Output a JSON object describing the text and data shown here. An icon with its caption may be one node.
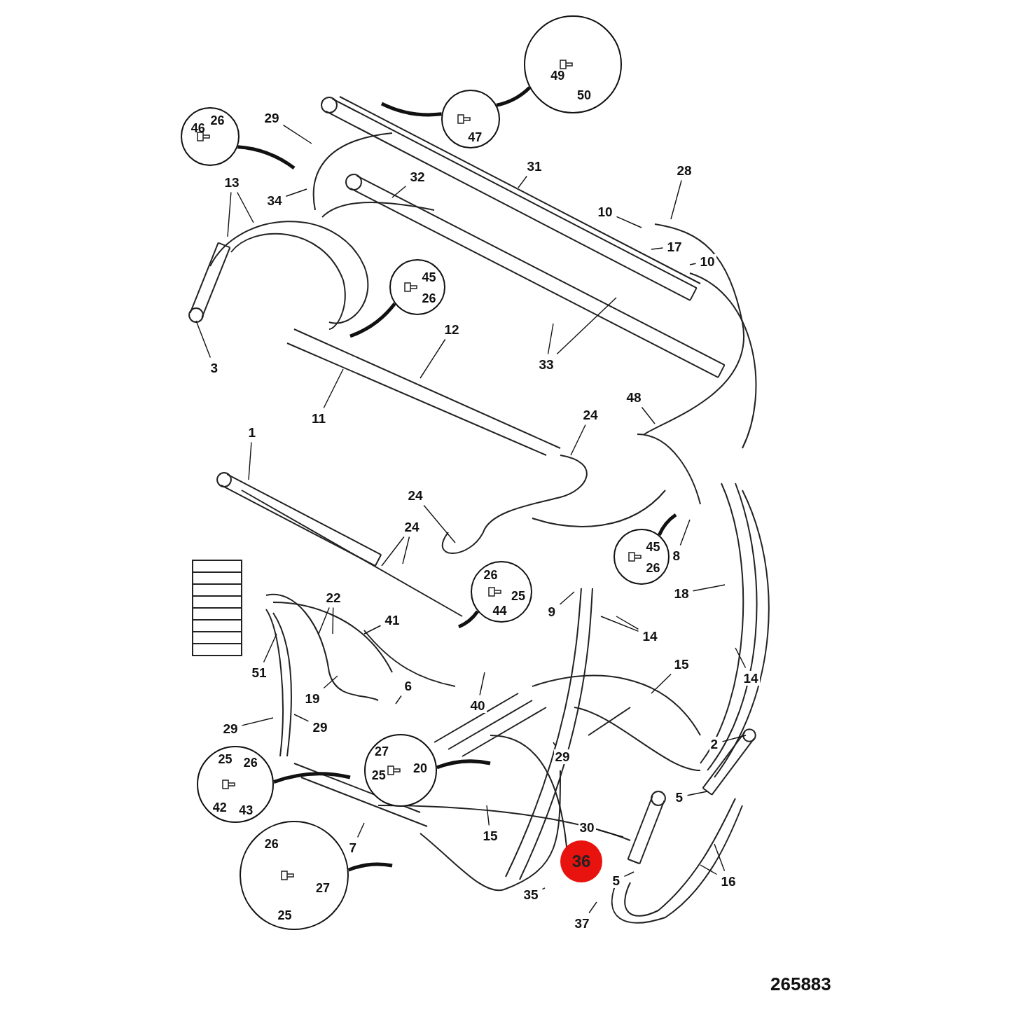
{
  "diagram": {
    "nodes": [
      {
        "text": [
          "49",
          "50"
        ]
      },
      {
        "text": [
          "47"
        ]
      },
      {
        "text": [
          "29"
        ]
      },
      {
        "text": [
          "46",
          "26"
        ]
      },
      {
        "text": [
          "31"
        ]
      },
      {
        "text": [
          "28"
        ]
      },
      {
        "text": [
          "32"
        ]
      },
      {
        "text": [
          "13"
        ]
      },
      {
        "text": [
          "34"
        ]
      },
      {
        "text": [
          "10"
        ]
      },
      {
        "text": [
          "17"
        ]
      },
      {
        "text": [
          "10"
        ]
      },
      {
        "text": [
          "45",
          "26"
        ]
      },
      {
        "text": [
          "12"
        ]
      },
      {
        "text": [
          "33"
        ]
      },
      {
        "text": [
          "3"
        ]
      },
      {
        "text": [
          "48"
        ]
      },
      {
        "text": [
          "24"
        ]
      },
      {
        "text": [
          "11"
        ]
      },
      {
        "text": [
          "1"
        ]
      },
      {
        "text": [
          "24"
        ]
      },
      {
        "text": [
          "24"
        ]
      },
      {
        "text": [
          "45",
          "26"
        ]
      },
      {
        "text": [
          "8"
        ]
      },
      {
        "text": [
          "26",
          "25",
          "44"
        ]
      },
      {
        "text": [
          "18"
        ]
      },
      {
        "text": [
          "22"
        ]
      },
      {
        "text": [
          "9"
        ]
      },
      {
        "text": [
          "41"
        ]
      },
      {
        "text": [
          "14"
        ]
      },
      {
        "text": [
          "15"
        ]
      },
      {
        "text": [
          "51"
        ]
      },
      {
        "text": [
          "14"
        ]
      },
      {
        "text": [
          "19"
        ]
      },
      {
        "text": [
          "6"
        ]
      },
      {
        "text": [
          "40"
        ]
      },
      {
        "text": [
          "29"
        ]
      },
      {
        "text": [
          "29"
        ]
      },
      {
        "text": [
          "2"
        ]
      },
      {
        "text": [
          "29"
        ]
      },
      {
        "text": [
          "27",
          "20",
          "25"
        ]
      },
      {
        "text": [
          "25",
          "26",
          "42",
          "43"
        ]
      },
      {
        "text": [
          "5"
        ]
      },
      {
        "text": [
          "15"
        ]
      },
      {
        "text": [
          "30"
        ]
      },
      {
        "text": [
          "7"
        ]
      },
      {
        "text": [
          "36"
        ]
      },
      {
        "text": [
          "26",
          "27",
          "25"
        ]
      },
      {
        "text": [
          "5"
        ]
      },
      {
        "text": [
          "16"
        ]
      },
      {
        "text": [
          "35"
        ]
      },
      {
        "text": [
          "37"
        ]
      }
    ],
    "edges": [
      {
        "from": 0,
        "to": 1,
        "arrow": "none",
        "style": "thick"
      },
      {
        "from": 1,
        "to": null,
        "arrow": "none",
        "style": "thick"
      },
      {
        "from": 2,
        "to": null,
        "arrow": "none"
      },
      {
        "from": 3,
        "to": null,
        "arrow": "none",
        "style": "thick"
      },
      {
        "from": 4,
        "to": null,
        "arrow": "none"
      },
      {
        "from": 5,
        "to": null,
        "arrow": "none"
      },
      {
        "from": 6,
        "to": null,
        "arrow": "none"
      },
      {
        "from": 7,
        "to": null,
        "arrow": "none"
      },
      {
        "from": 7,
        "to": null,
        "arrow": "none"
      },
      {
        "from": 8,
        "to": null,
        "arrow": "none"
      },
      {
        "from": 9,
        "to": null,
        "arrow": "none"
      },
      {
        "from": 10,
        "to": null,
        "arrow": "none"
      },
      {
        "from": 11,
        "to": null,
        "arrow": "none"
      },
      {
        "from": 12,
        "to": null,
        "arrow": "none",
        "style": "thick"
      },
      {
        "from": 13,
        "to": null,
        "arrow": "none"
      },
      {
        "from": 14,
        "to": null,
        "arrow": "none"
      },
      {
        "from": 14,
        "to": null,
        "arrow": "none"
      },
      {
        "from": 15,
        "to": null,
        "arrow": "none"
      },
      {
        "from": 16,
        "to": null,
        "arrow": "none"
      },
      {
        "from": 17,
        "to": null,
        "arrow": "none"
      },
      {
        "from": 18,
        "to": null,
        "arrow": "none"
      },
      {
        "from": 19,
        "to": null,
        "arrow": "none"
      },
      {
        "from": 20,
        "to": null,
        "arrow": "none"
      },
      {
        "from": 21,
        "to": null,
        "arrow": "none"
      },
      {
        "from": 21,
        "to": null,
        "arrow": "none"
      },
      {
        "from": 22,
        "to": null,
        "arrow": "none",
        "style": "thick"
      },
      {
        "from": 23,
        "to": null,
        "arrow": "none"
      },
      {
        "from": 24,
        "to": null,
        "arrow": "none",
        "style": "thick"
      },
      {
        "from": 25,
        "to": null,
        "arrow": "none"
      },
      {
        "from": 26,
        "to": null,
        "arrow": "none"
      },
      {
        "from": 26,
        "to": null,
        "arrow": "none"
      },
      {
        "from": 27,
        "to": null,
        "arrow": "none"
      },
      {
        "from": 28,
        "to": null,
        "arrow": "none"
      },
      {
        "from": 29,
        "to": null,
        "arrow": "none"
      },
      {
        "from": 29,
        "to": null,
        "arrow": "none"
      },
      {
        "from": 30,
        "to": null,
        "arrow": "none"
      },
      {
        "from": 31,
        "to": null,
        "arrow": "none"
      },
      {
        "from": 32,
        "to": null,
        "arrow": "none"
      },
      {
        "from": 33,
        "to": null,
        "arrow": "none"
      },
      {
        "from": 34,
        "to": null,
        "arrow": "none"
      },
      {
        "from": 35,
        "to": null,
        "arrow": "none"
      },
      {
        "from": 36,
        "to": null,
        "arrow": "none"
      },
      {
        "from": 37,
        "to": null,
        "arrow": "none"
      },
      {
        "from": 38,
        "to": null,
        "arrow": "none"
      },
      {
        "from": 39,
        "to": null,
        "arrow": "none"
      },
      {
        "from": 40,
        "to": null,
        "arrow": "none",
        "style": "thick"
      },
      {
        "from": 41,
        "to": null,
        "arrow": "none",
        "style": "thick"
      },
      {
        "from": 42,
        "to": null,
        "arrow": "none"
      },
      {
        "from": 43,
        "to": null,
        "arrow": "none"
      },
      {
        "from": 44,
        "to": null,
        "arrow": "none"
      },
      {
        "from": 45,
        "to": null,
        "arrow": "none"
      },
      {
        "from": 47,
        "to": null,
        "arrow": "none",
        "style": "thick"
      },
      {
        "from": 48,
        "to": null,
        "arrow": "none"
      },
      {
        "from": 49,
        "to": null,
        "arrow": "none"
      },
      {
        "from": 49,
        "to": null,
        "arrow": "none"
      },
      {
        "from": 50,
        "to": null,
        "arrow": "none"
      },
      {
        "from": 51,
        "to": null,
        "arrow": "none"
      }
    ],
    "labels": [
      "265883"
    ]
  }
}
